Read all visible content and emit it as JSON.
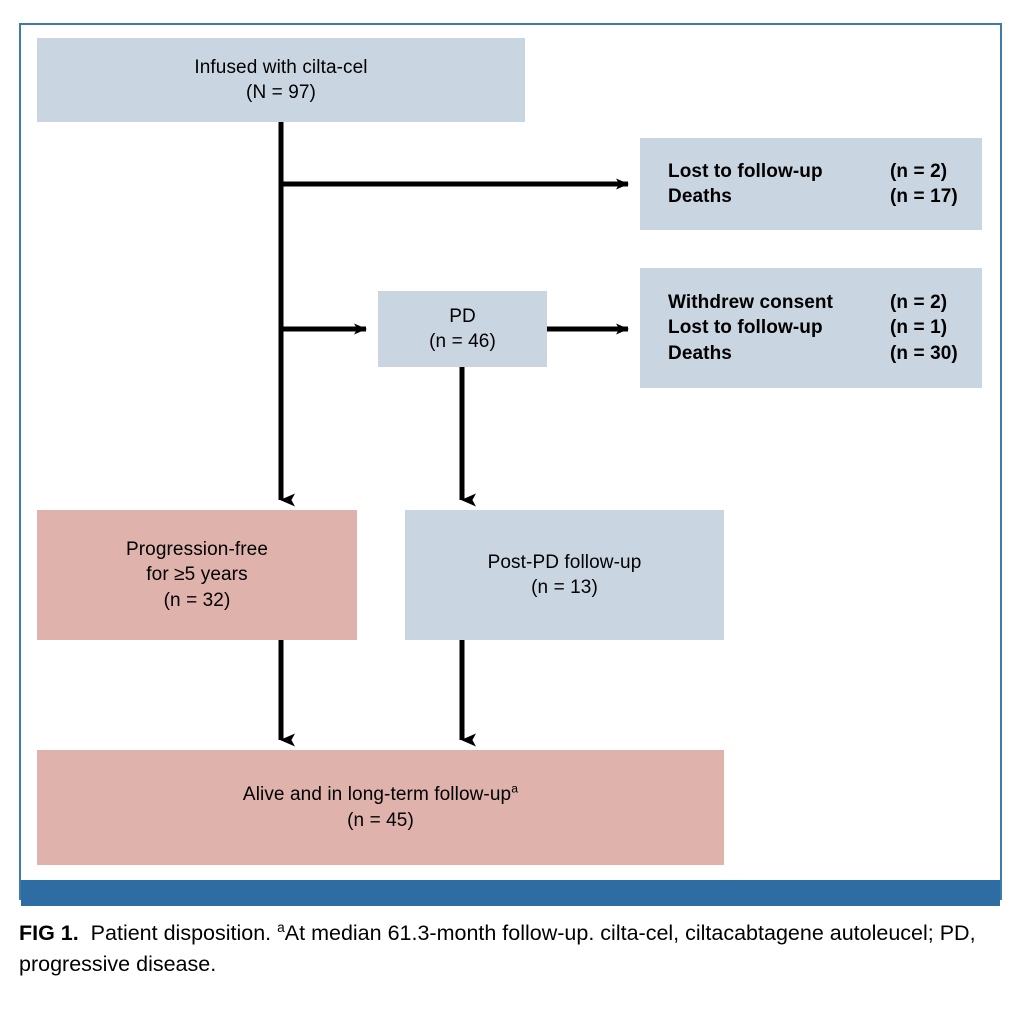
{
  "figure": {
    "id": "fig-1",
    "accent_border_color": "#3b7ca8",
    "footer_bar_color": "#2e6da4",
    "node_blue": "#c9d5e1",
    "node_pink": "#dfb2ac"
  },
  "nodes": {
    "infused": {
      "line1": "Infused with cilta-cel",
      "line2": "(N = 97)",
      "fill": "blue"
    },
    "lost_deaths": {
      "rows": [
        {
          "label": "Lost to follow-up",
          "count": "(n = 2)"
        },
        {
          "label": "Deaths",
          "count": "(n = 17)"
        }
      ],
      "fill": "blue"
    },
    "pd": {
      "line1": "PD",
      "line2": "(n = 46)",
      "fill": "blue"
    },
    "withdrew": {
      "rows": [
        {
          "label": "Withdrew consent",
          "count": "(n = 2)"
        },
        {
          "label": "Lost to follow-up",
          "count": "(n = 1)"
        },
        {
          "label": "Deaths",
          "count": "(n = 30)"
        }
      ],
      "fill": "blue"
    },
    "progression_free": {
      "line1": "Progression-free",
      "line2": "for ≥5 years",
      "line3": "(n = 32)",
      "fill": "pink"
    },
    "post_pd": {
      "line1": "Post-PD follow-up",
      "line2": "(n = 13)",
      "fill": "blue"
    },
    "alive": {
      "line1_text": "Alive and in long-term follow-up",
      "line1_sup": "a",
      "line2": "(n = 45)",
      "fill": "pink"
    }
  },
  "caption": {
    "fig_label": "FIG 1.",
    "text_part1": "  Patient disposition. ",
    "sup": "a",
    "text_part2": "At median 61.3-month follow-up. cilta-cel, ciltacabtagene autoleucel; PD, progressive disease."
  },
  "chart_data": {
    "type": "diagram",
    "title": "Patient disposition flow diagram",
    "flow_kind": "CONSORT-style patient disposition",
    "nodes": [
      {
        "id": "infused",
        "label": "Infused with cilta-cel",
        "n": 97,
        "n_symbol": "N",
        "fill": "blue"
      },
      {
        "id": "lost_deaths",
        "label": "Lost to follow-up / Deaths",
        "items": [
          {
            "label": "Lost to follow-up",
            "n": 2
          },
          {
            "label": "Deaths",
            "n": 17
          }
        ],
        "fill": "blue"
      },
      {
        "id": "pd",
        "label": "PD",
        "n": 46,
        "n_symbol": "n",
        "fill": "blue"
      },
      {
        "id": "withdrew",
        "label": "Withdrew consent / Lost to follow-up / Deaths",
        "items": [
          {
            "label": "Withdrew consent",
            "n": 2
          },
          {
            "label": "Lost to follow-up",
            "n": 1
          },
          {
            "label": "Deaths",
            "n": 30
          }
        ],
        "fill": "blue"
      },
      {
        "id": "progression_free",
        "label": "Progression-free for ≥5 years",
        "n": 32,
        "n_symbol": "n",
        "fill": "pink"
      },
      {
        "id": "post_pd",
        "label": "Post-PD follow-up",
        "n": 13,
        "n_symbol": "n",
        "fill": "blue"
      },
      {
        "id": "alive",
        "label": "Alive and in long-term follow-up",
        "n": 45,
        "n_symbol": "n",
        "fill": "pink"
      }
    ],
    "edges": [
      {
        "from": "infused",
        "to": "lost_deaths"
      },
      {
        "from": "infused",
        "to": "pd"
      },
      {
        "from": "infused",
        "to": "progression_free"
      },
      {
        "from": "pd",
        "to": "withdrew"
      },
      {
        "from": "pd",
        "to": "post_pd"
      },
      {
        "from": "progression_free",
        "to": "alive"
      },
      {
        "from": "post_pd",
        "to": "alive"
      }
    ]
  }
}
